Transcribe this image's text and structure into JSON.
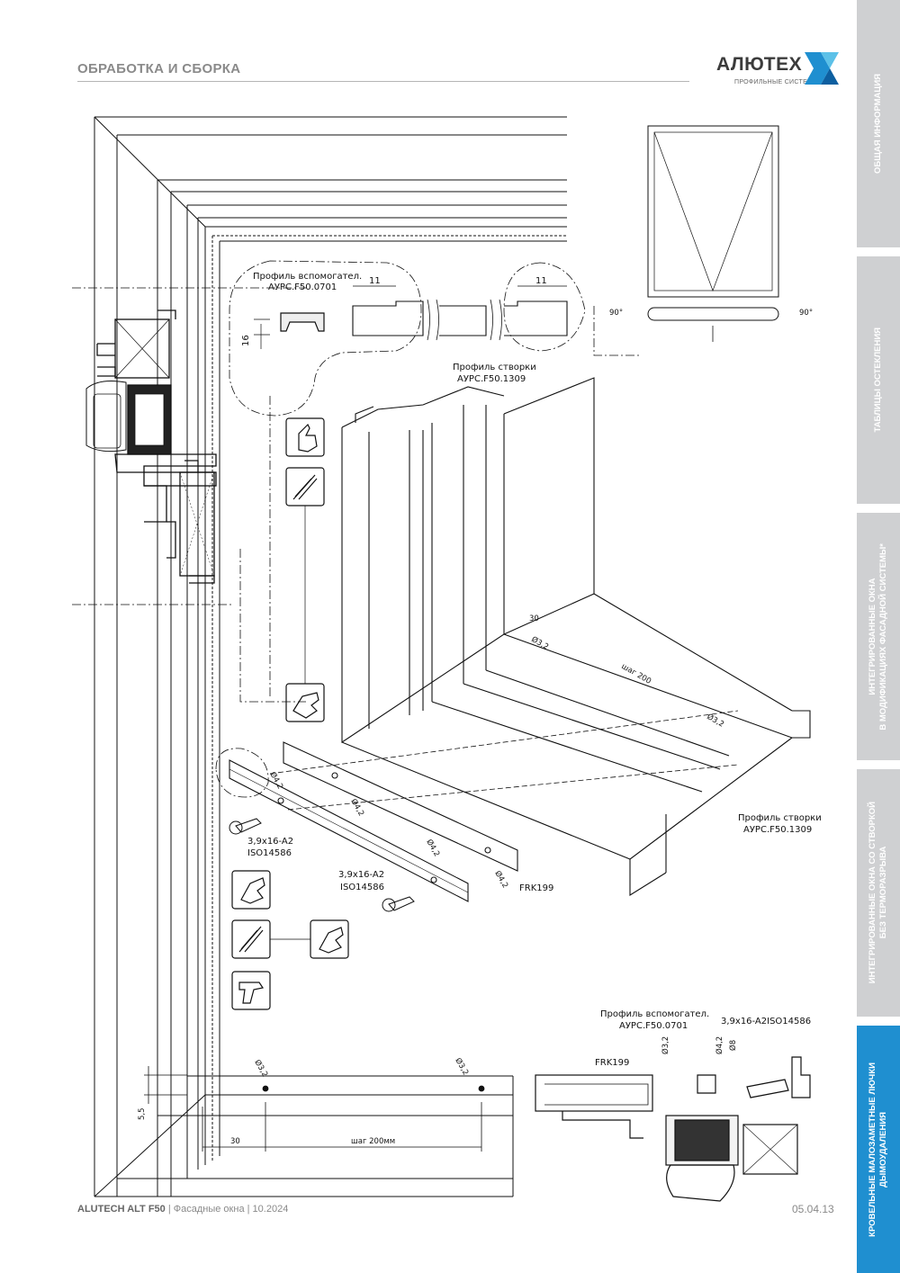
{
  "header": {
    "title": "ОБРАБОТКА И СБОРКА"
  },
  "logo": {
    "brand": "АЛЮТЕХ",
    "tagline": "ПРОФИЛЬНЫЕ СИСТЕМЫ",
    "mark_colors": [
      "#1f8fd0",
      "#5cc1e8",
      "#0d5fa0"
    ]
  },
  "sidebar": {
    "tabs": [
      {
        "label": "ОБЩАЯ ИНФОРМАЦИЯ",
        "active": false
      },
      {
        "label": "ТАБЛИЦЫ ОСТЕКЛЕНИЯ",
        "active": false
      },
      {
        "label": "ИНТЕГРИРОВАННЫЕ ОКНА\nВ МОДИФИКАЦИЯХ ФАСАДНОЙ СИСТЕМЫ*",
        "active": false
      },
      {
        "label": "ИНТЕГРИРОВАННЫЕ ОКНА СО СТВОРКОЙ\nБЕЗ ТЕРМОРАЗРЫВА",
        "active": false
      },
      {
        "label": "КРОВЕЛЬНЫЕ МАЛОЗАМЕТНЫЕ ЛЮЧКИ\nДЫМОУДАЛЕНИЯ",
        "active": true
      }
    ],
    "active_color": "#1f8fd0",
    "inactive_color": "#cfd0d2"
  },
  "drawing": {
    "aux_profile_label_1": "Профиль вспомогател.",
    "aux_profile_code_1": "АУРС.F50.0701",
    "dim_11_a": "11",
    "dim_11_b": "11",
    "dim_16": "16",
    "angle_left": "90°",
    "angle_right": "90°",
    "sash_profile_label_1": "Профиль створки",
    "sash_profile_code_1": "АУРС.F50.1309",
    "sash_profile_label_2": "Профиль створки",
    "sash_profile_code_2": "АУРС.F50.1309",
    "dim_30_iso": "30",
    "pitch_iso": "шаг 200",
    "hole_32_a": "Ø3,2",
    "hole_32_b": "Ø3,2",
    "hole_42_a": "Ø4,2",
    "hole_42_b": "Ø4,2",
    "hole_42_c": "Ø4,2",
    "hole_42_d": "Ø4,2",
    "screw_1": "3,9x16-A2",
    "screw_1_std": "ISO14586",
    "screw_2": "3,9x16-A2",
    "screw_2_std": "ISO14586",
    "frk_1": "FRK199",
    "dim_55": "5,5",
    "dim_30_bottom": "30",
    "pitch_bottom": "шаг 200мм",
    "hole_bottom_a": "Ø3,2",
    "hole_bottom_b": "Ø3,2",
    "aux_profile_label_2": "Профиль вспомогател.",
    "aux_profile_code_2": "АУРС.F50.0701",
    "screw_3": "3,9x16-A2ISO14586",
    "frk_2": "FRK199",
    "hole_sec_32": "Ø3,2",
    "hole_sec_42": "Ø4,2",
    "hole_sec_8": "Ø8"
  },
  "icons": [
    "hand-press-icon",
    "drill-bit-icon",
    "hand-press-icon",
    "hand-press-icon",
    "drill-bit-icon",
    "hand-press-icon",
    "screwdriver-drill-icon"
  ],
  "footer": {
    "product": "ALUTECH ALT F50",
    "sep1": "|",
    "doc": "Фасадные окна",
    "sep2": "|",
    "date": "10.2024"
  },
  "page_number": "05.04.13"
}
